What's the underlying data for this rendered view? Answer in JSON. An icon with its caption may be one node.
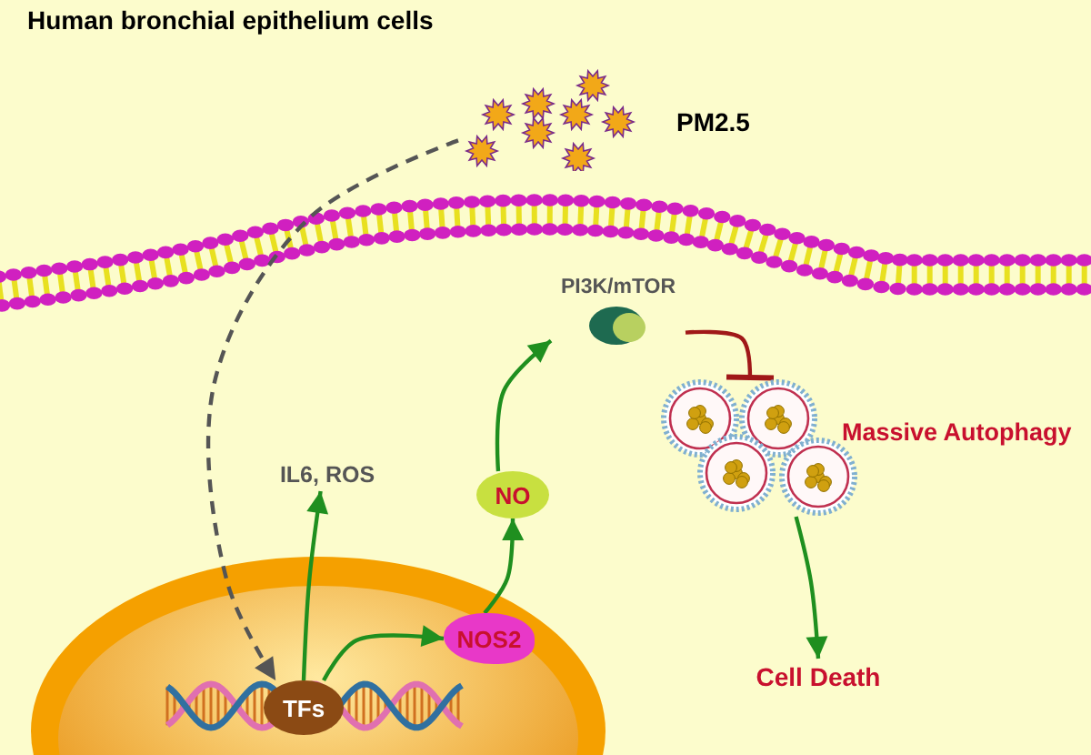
{
  "diagram": {
    "title": "Human bronchial epithelium cells",
    "nodes": [
      {
        "text": [],
        "shape": "picture",
        "beside": [
          "PM2.5"
        ]
      },
      {
        "text": [],
        "shape": "ellipse"
      },
      {
        "text": [
          "TFs"
        ],
        "in": 1
      },
      {
        "text": [
          "NOS2"
        ],
        "in": 1
      },
      {
        "text": [
          "IL6, ROS"
        ]
      },
      {
        "text": [
          "NO"
        ]
      },
      {
        "text": [
          "PI3K/mTOR"
        ]
      },
      {
        "text": [],
        "shape": "picture",
        "beside": [
          "Massive Autophagy"
        ]
      },
      {
        "text": [
          "Cell Death"
        ]
      }
    ],
    "edges": [
      {
        "from": 0,
        "to": 2,
        "arrow": "to",
        "style": "dashed",
        "color": "#555555"
      },
      {
        "from": 2,
        "to": 4,
        "arrow": "to"
      },
      {
        "from": 2,
        "to": 3,
        "arrow": "to"
      },
      {
        "from": 3,
        "to": 5,
        "arrow": "to"
      },
      {
        "from": 5,
        "to": 6,
        "arrow": "to"
      },
      {
        "from": 6,
        "to": 7,
        "arrow": "other",
        "color": "#a01818"
      },
      {
        "from": 7,
        "to": 8,
        "arrow": "to"
      }
    ]
  }
}
